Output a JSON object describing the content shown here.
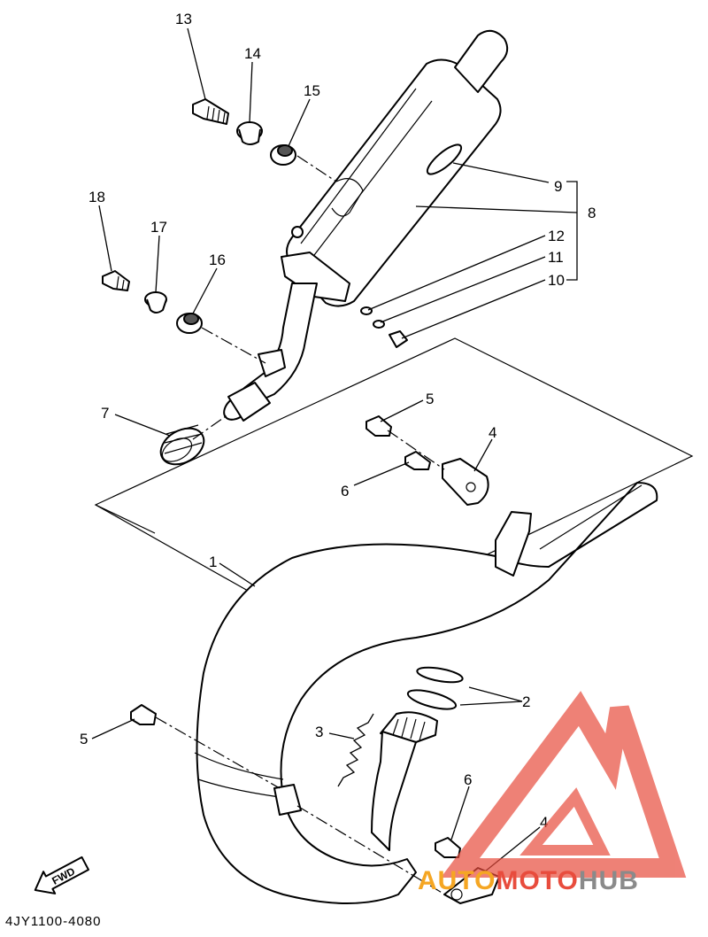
{
  "diagram": {
    "callouts": [
      "1",
      "2",
      "3",
      "4",
      "5",
      "6",
      "7",
      "8",
      "9",
      "10",
      "11",
      "12",
      "13",
      "14",
      "15",
      "16",
      "17",
      "18"
    ],
    "fwd_label": "FWD",
    "part_code": "4JY1100-4080"
  },
  "watermark": {
    "text_part1": "AUTO",
    "text_part2": "MOTO",
    "text_part3": "HUB",
    "colors": {
      "orange": "#f5a623",
      "red": "#e84c3d",
      "gray": "#8a8a8a"
    }
  }
}
